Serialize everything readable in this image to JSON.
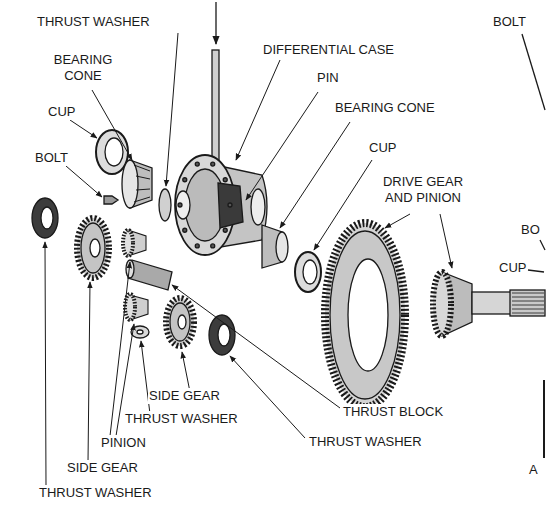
{
  "diagram": {
    "labels": [
      "THRUST WASHER",
      "BOLT",
      "BEARING CONE",
      "DIFFERENTIAL CASE",
      "PIN",
      "BEARING CONE",
      "CUP",
      "CUP",
      "BOLT",
      "DRIVE GEAR AND PINION",
      "BO",
      "CUP",
      "SIDE GEAR",
      "THRUST WASHER",
      "THRUST BLOCK",
      "PINION",
      "THRUST WASHER",
      "SIDE GEAR",
      "THRUST WASHER",
      "A"
    ]
  }
}
